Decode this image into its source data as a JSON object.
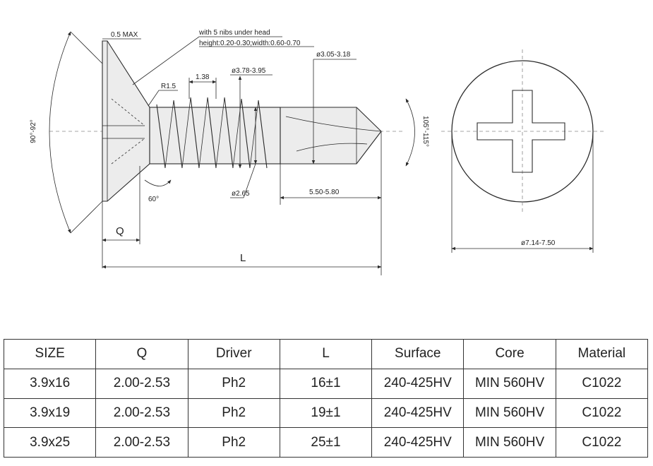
{
  "drawing": {
    "labels": {
      "head_edge": "0.5 MAX",
      "nibs_line1": "with 5 nibs under head",
      "nibs_line2": "height:0.20-0.30;width:0.60-0.70",
      "radius": "R1.5",
      "pitch": "1.38",
      "major_dia": "ø3.78-3.95",
      "drill_dia": "ø3.05-3.18",
      "head_angle": "90°-92°",
      "under_head_angle": "60°",
      "minor_dia": "ø2.65",
      "drill_length": "5.50-5.80",
      "point_angle": "105°-115°",
      "q_dim": "Q",
      "l_dim": "L",
      "head_dia": "ø7.14-7.50"
    }
  },
  "table": {
    "headers": [
      "SIZE",
      "Q",
      "Driver",
      "L",
      "Surface",
      "Core",
      "Material"
    ],
    "rows": [
      [
        "3.9x16",
        "2.00-2.53",
        "Ph2",
        "16±1",
        "240-425HV",
        "MIN 560HV",
        "C1022"
      ],
      [
        "3.9x19",
        "2.00-2.53",
        "Ph2",
        "19±1",
        "240-425HV",
        "MIN 560HV",
        "C1022"
      ],
      [
        "3.9x25",
        "2.00-2.53",
        "Ph2",
        "25±1",
        "240-425HV",
        "MIN 560HV",
        "C1022"
      ]
    ]
  }
}
